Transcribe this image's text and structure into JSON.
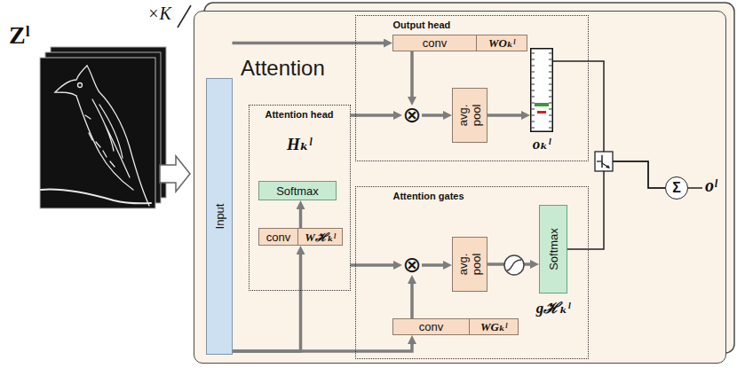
{
  "diagram": {
    "nodes": [
      {
        "text": [
          "Attention"
        ]
      },
      {
        "text": [
          "Input"
        ],
        "in": 0
      },
      {
        "text": [
          "Output head"
        ],
        "in": 0
      },
      {
        "text": [
          "conv",
          "WOₖˡ"
        ],
        "in": 2
      },
      {
        "text": [
          "⊗"
        ],
        "in": 2
      },
      {
        "text": [
          "avg. pool"
        ],
        "in": 2
      },
      {
        "text": [
          "oₖˡ"
        ],
        "in": 2
      },
      {
        "text": [
          "Attention head",
          "Hₖˡ"
        ],
        "in": 0
      },
      {
        "text": [
          "Softmax"
        ],
        "in": 7
      },
      {
        "text": [
          "conv",
          "Wℋₖˡ"
        ],
        "in": 7
      },
      {
        "text": [
          "Attention gates"
        ],
        "in": 0
      },
      {
        "text": [
          "⊗"
        ],
        "in": 10
      },
      {
        "text": [
          "avg. pool"
        ],
        "in": 10
      },
      {
        "text": [
          "Softmax",
          "gℋₖˡ"
        ],
        "in": 10
      },
      {
        "text": [
          "conv",
          "WGₖˡ"
        ],
        "in": 10
      },
      {
        "text": [
          "Σ"
        ]
      }
    ],
    "edges": [
      {
        "from": 1,
        "to": 3,
        "arrow": "to"
      },
      {
        "from": 1,
        "to": 9,
        "arrow": "to"
      },
      {
        "from": 1,
        "to": 14,
        "arrow": "to"
      },
      {
        "from": 9,
        "to": 8,
        "arrow": "to"
      },
      {
        "from": 3,
        "to": 4,
        "arrow": "to"
      },
      {
        "from": 7,
        "to": 4,
        "arrow": "to"
      },
      {
        "from": 4,
        "to": 5,
        "arrow": "to"
      },
      {
        "from": 5,
        "to": 6,
        "arrow": "to"
      },
      {
        "from": 7,
        "to": 11,
        "arrow": "to"
      },
      {
        "from": 14,
        "to": 11,
        "arrow": "to"
      },
      {
        "from": 11,
        "to": 12,
        "arrow": "to"
      },
      {
        "from": 12,
        "to": 13,
        "arrow": "to"
      },
      {
        "from": 6,
        "to": 15,
        "arrow": "none"
      },
      {
        "from": 13,
        "to": 15,
        "arrow": "none"
      }
    ],
    "labels": [
      "×K",
      "Zˡ",
      "oˡ"
    ]
  }
}
